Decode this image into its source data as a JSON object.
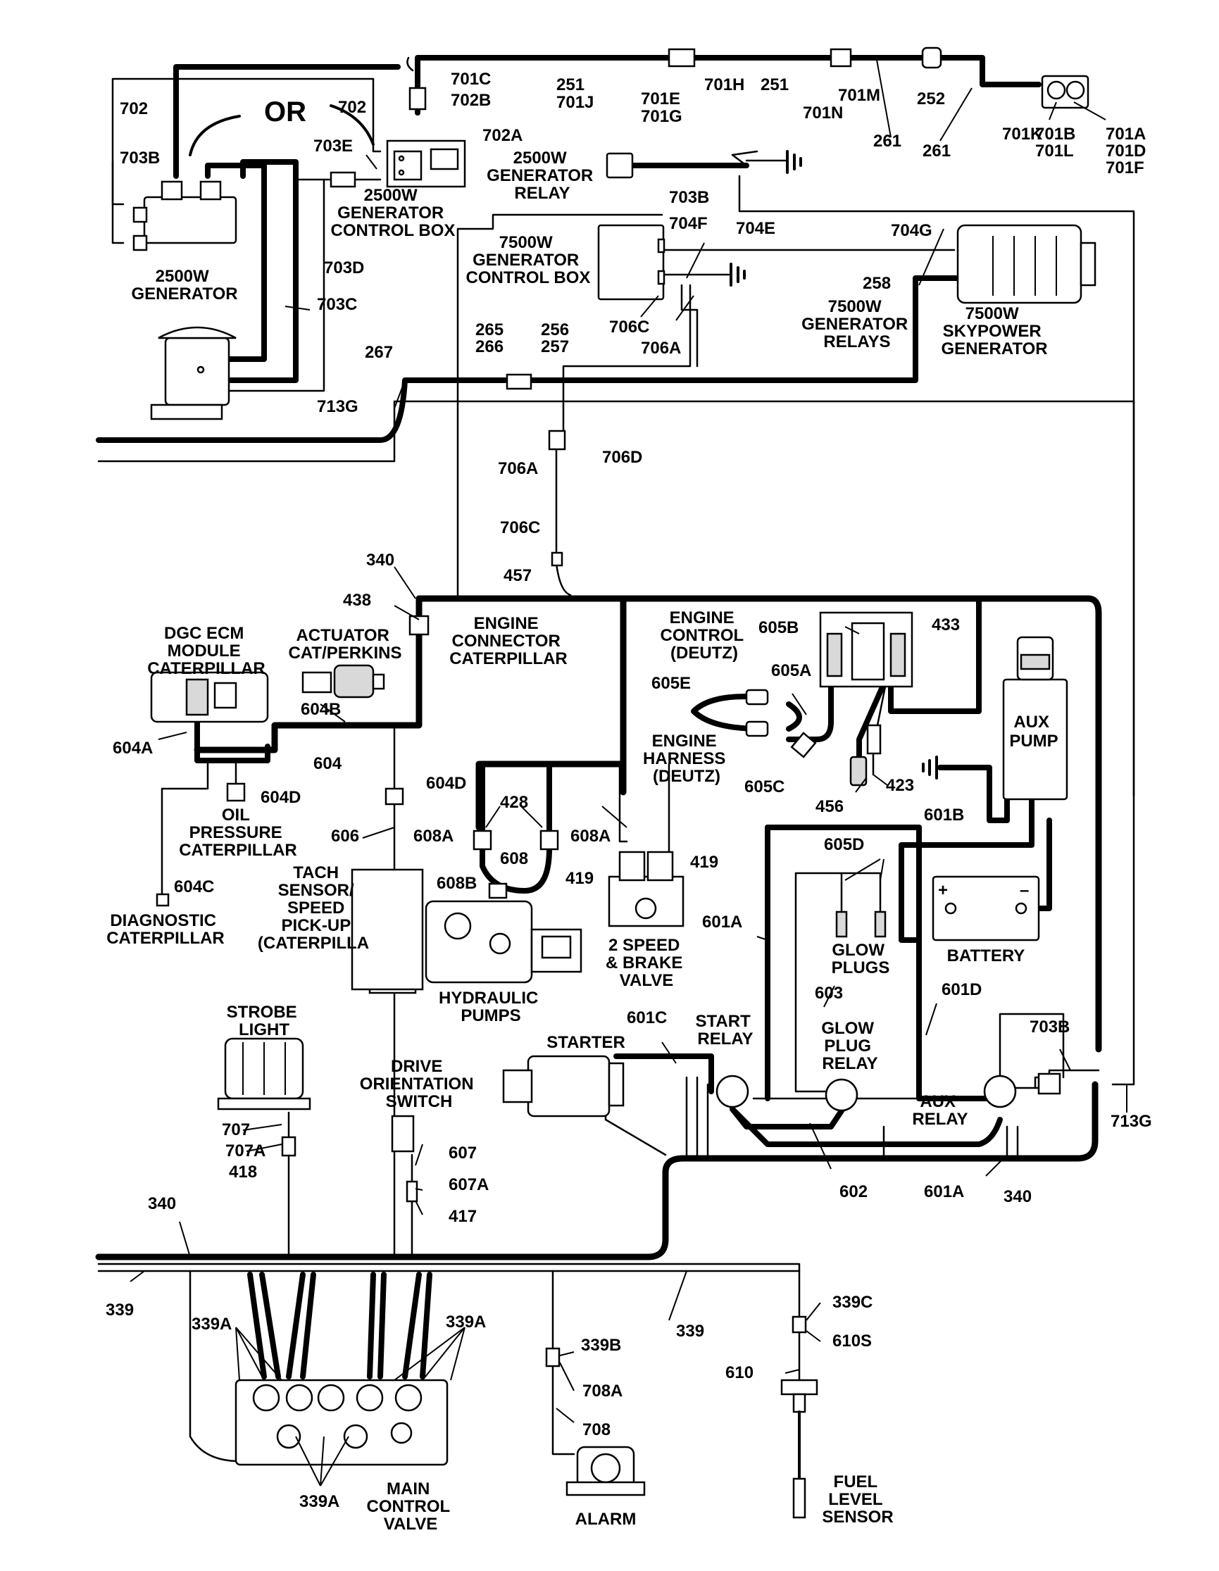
{
  "wire_labels": {
    "w702_left": "702",
    "w703B_left": "703B",
    "or": "OR",
    "w703E": "703E",
    "w702_top": "702",
    "w701C": "701C",
    "w702B": "702B",
    "w702A": "702A",
    "w251a": "251",
    "w701J": "701J",
    "w701E": "701E",
    "w701G": "701G",
    "w701H": "701H",
    "w251b": "251",
    "w701M": "701M",
    "w701N": "701N",
    "w252": "252",
    "w261a": "261",
    "w261b": "261",
    "w701K": "701K",
    "w701B": "701B",
    "w701L": "701L",
    "w701A": "701A",
    "w701D": "701D",
    "w701F": "701F",
    "w703B_relay": "703B",
    "w703D": "703D",
    "w703C": "703C",
    "w704F": "704F",
    "w704E": "704E",
    "w704G": "704G",
    "w258": "258",
    "w706C_top": "706C",
    "w706A_top": "706A",
    "w265": "265",
    "w266": "266",
    "w256": "256",
    "w257": "257",
    "w267": "267",
    "w713G_top": "713G",
    "w706D": "706D",
    "w706A_mid": "706A",
    "w706C_mid": "706C",
    "w457": "457",
    "w340_top": "340",
    "w438": "438",
    "w604B": "604B",
    "w604A": "604A",
    "w604": "604",
    "w604D_left": "604D",
    "w604D_mid": "604D",
    "w606": "606",
    "w604C": "604C",
    "w605B": "605B",
    "w433": "433",
    "w605A": "605A",
    "w605E": "605E",
    "w605C": "605C",
    "w456": "456",
    "w423": "423",
    "w601B": "601B",
    "w428": "428",
    "w608A_left": "608A",
    "w608A_right": "608A",
    "w608": "608",
    "w608B": "608B",
    "w419_left": "419",
    "w419_right": "419",
    "w605D": "605D",
    "w601A_mid": "601A",
    "w603": "603",
    "w601D": "601D",
    "w601C": "601C",
    "w703B_aux": "703B",
    "w713G_right": "713G",
    "w602": "602",
    "w601A_bottom": "601A",
    "w340_right": "340",
    "w707": "707",
    "w707A": "707A",
    "w418": "418",
    "w607": "607",
    "w607A": "607A",
    "w417": "417",
    "w340_bottom": "340",
    "w339_left": "339",
    "w339_mid": "339",
    "w339A_left": "339A",
    "w339A_right": "339A",
    "w339A_bottom": "339A",
    "w339B": "339B",
    "w708A": "708A",
    "w708": "708",
    "w339C": "339C",
    "w610S": "610S",
    "w610": "610"
  },
  "component_labels": {
    "gen2500": [
      "2500W",
      "GENERATOR"
    ],
    "ctrlbox2500": [
      "2500W",
      "GENERATOR",
      "CONTROL BOX"
    ],
    "relay2500": [
      "2500W",
      "GENERATOR",
      "RELAY"
    ],
    "ctrlbox7500": [
      "7500W",
      "GENERATOR",
      "CONTROL BOX"
    ],
    "relays7500": [
      "7500W",
      "GENERATOR",
      "RELAYS"
    ],
    "skypower": [
      "7500W",
      "SKYPOWER",
      "GENERATOR"
    ],
    "dgc_ecm": [
      "DGC ECM",
      "MODULE",
      "CATERPILLAR"
    ],
    "actuator": [
      "ACTUATOR",
      "CAT/PERKINS"
    ],
    "engine_connector": [
      "ENGINE",
      "CONNECTOR",
      "CATERPILLAR"
    ],
    "engine_control": [
      "ENGINE",
      "CONTROL",
      "(DEUTZ)"
    ],
    "engine_harness": [
      "ENGINE",
      "HARNESS",
      "(DEUTZ)"
    ],
    "aux_pump": [
      "AUX",
      "PUMP"
    ],
    "oil_pressure": [
      "OIL",
      "PRESSURE",
      "CATERPILLAR"
    ],
    "diagnostic": [
      "DIAGNOSTIC",
      "CATERPILLAR"
    ],
    "tach_sensor": [
      "TACH",
      "SENSOR/",
      "SPEED",
      "PICK-UP",
      "(CATERPILLA"
    ],
    "hydraulic_pumps": [
      "HYDRAULIC",
      "PUMPS"
    ],
    "two_speed": [
      "2 SPEED",
      "& BRAKE",
      "VALVE"
    ],
    "glow_plugs": [
      "GLOW",
      "PLUGS"
    ],
    "battery": [
      "BATTERY"
    ],
    "battery_plus": "+",
    "battery_minus": "–",
    "strobe": [
      "STROBE",
      "LIGHT"
    ],
    "drive_orientation": [
      "DRIVE",
      "ORIENTATION",
      "SWITCH"
    ],
    "starter": [
      "STARTER"
    ],
    "start_relay": [
      "START",
      "RELAY"
    ],
    "glow_relay": [
      "GLOW",
      "PLUG",
      "RELAY"
    ],
    "aux_relay": [
      "AUX",
      "RELAY"
    ],
    "main_valve": [
      "MAIN",
      "CONTROL",
      "VALVE"
    ],
    "alarm": [
      "ALARM"
    ],
    "fuel_sensor": [
      "FUEL",
      "LEVEL",
      "SENSOR"
    ]
  }
}
